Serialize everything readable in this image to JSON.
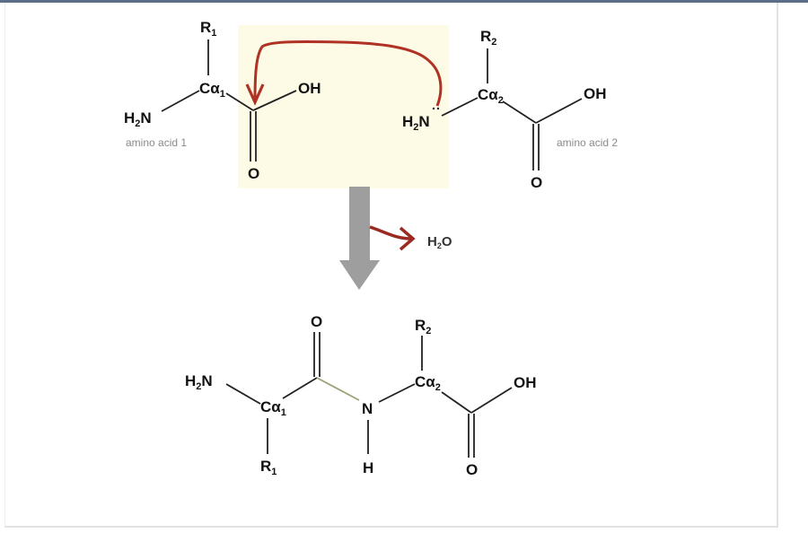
{
  "reactants": {
    "amino_acid_1": {
      "r_group": "R",
      "r_sub": "1",
      "alpha": "Cα",
      "alpha_sub": "1",
      "amine": "H",
      "amine_sub": "2",
      "amine_n": "N",
      "hydroxyl": "OH",
      "carbonyl_o": "O",
      "label": "amino acid 1"
    },
    "amino_acid_2": {
      "r_group": "R",
      "r_sub": "2",
      "alpha": "Cα",
      "alpha_sub": "2",
      "amine": "H",
      "amine_sub": "2",
      "amine_n": "N",
      "hydroxyl": "OH",
      "carbonyl_o": "O",
      "label": "amino acid 2"
    }
  },
  "byproduct": {
    "h": "H",
    "sub": "2",
    "o": "O"
  },
  "product": {
    "amine": "H",
    "amine_sub": "2",
    "amine_n": "N",
    "alpha1": "Cα",
    "alpha1_sub": "1",
    "r1": "R",
    "r1_sub": "1",
    "carbonyl_o": "O",
    "amide_n": "N",
    "amide_h": "H",
    "alpha2": "Cα",
    "alpha2_sub": "2",
    "r2": "R",
    "r2_sub": "2",
    "hydroxyl": "OH",
    "acid_o": "O"
  },
  "colors": {
    "highlight": "#fdfbe6",
    "arrow_red": "#b03224",
    "arrow_gray": "#9e9e9e"
  }
}
